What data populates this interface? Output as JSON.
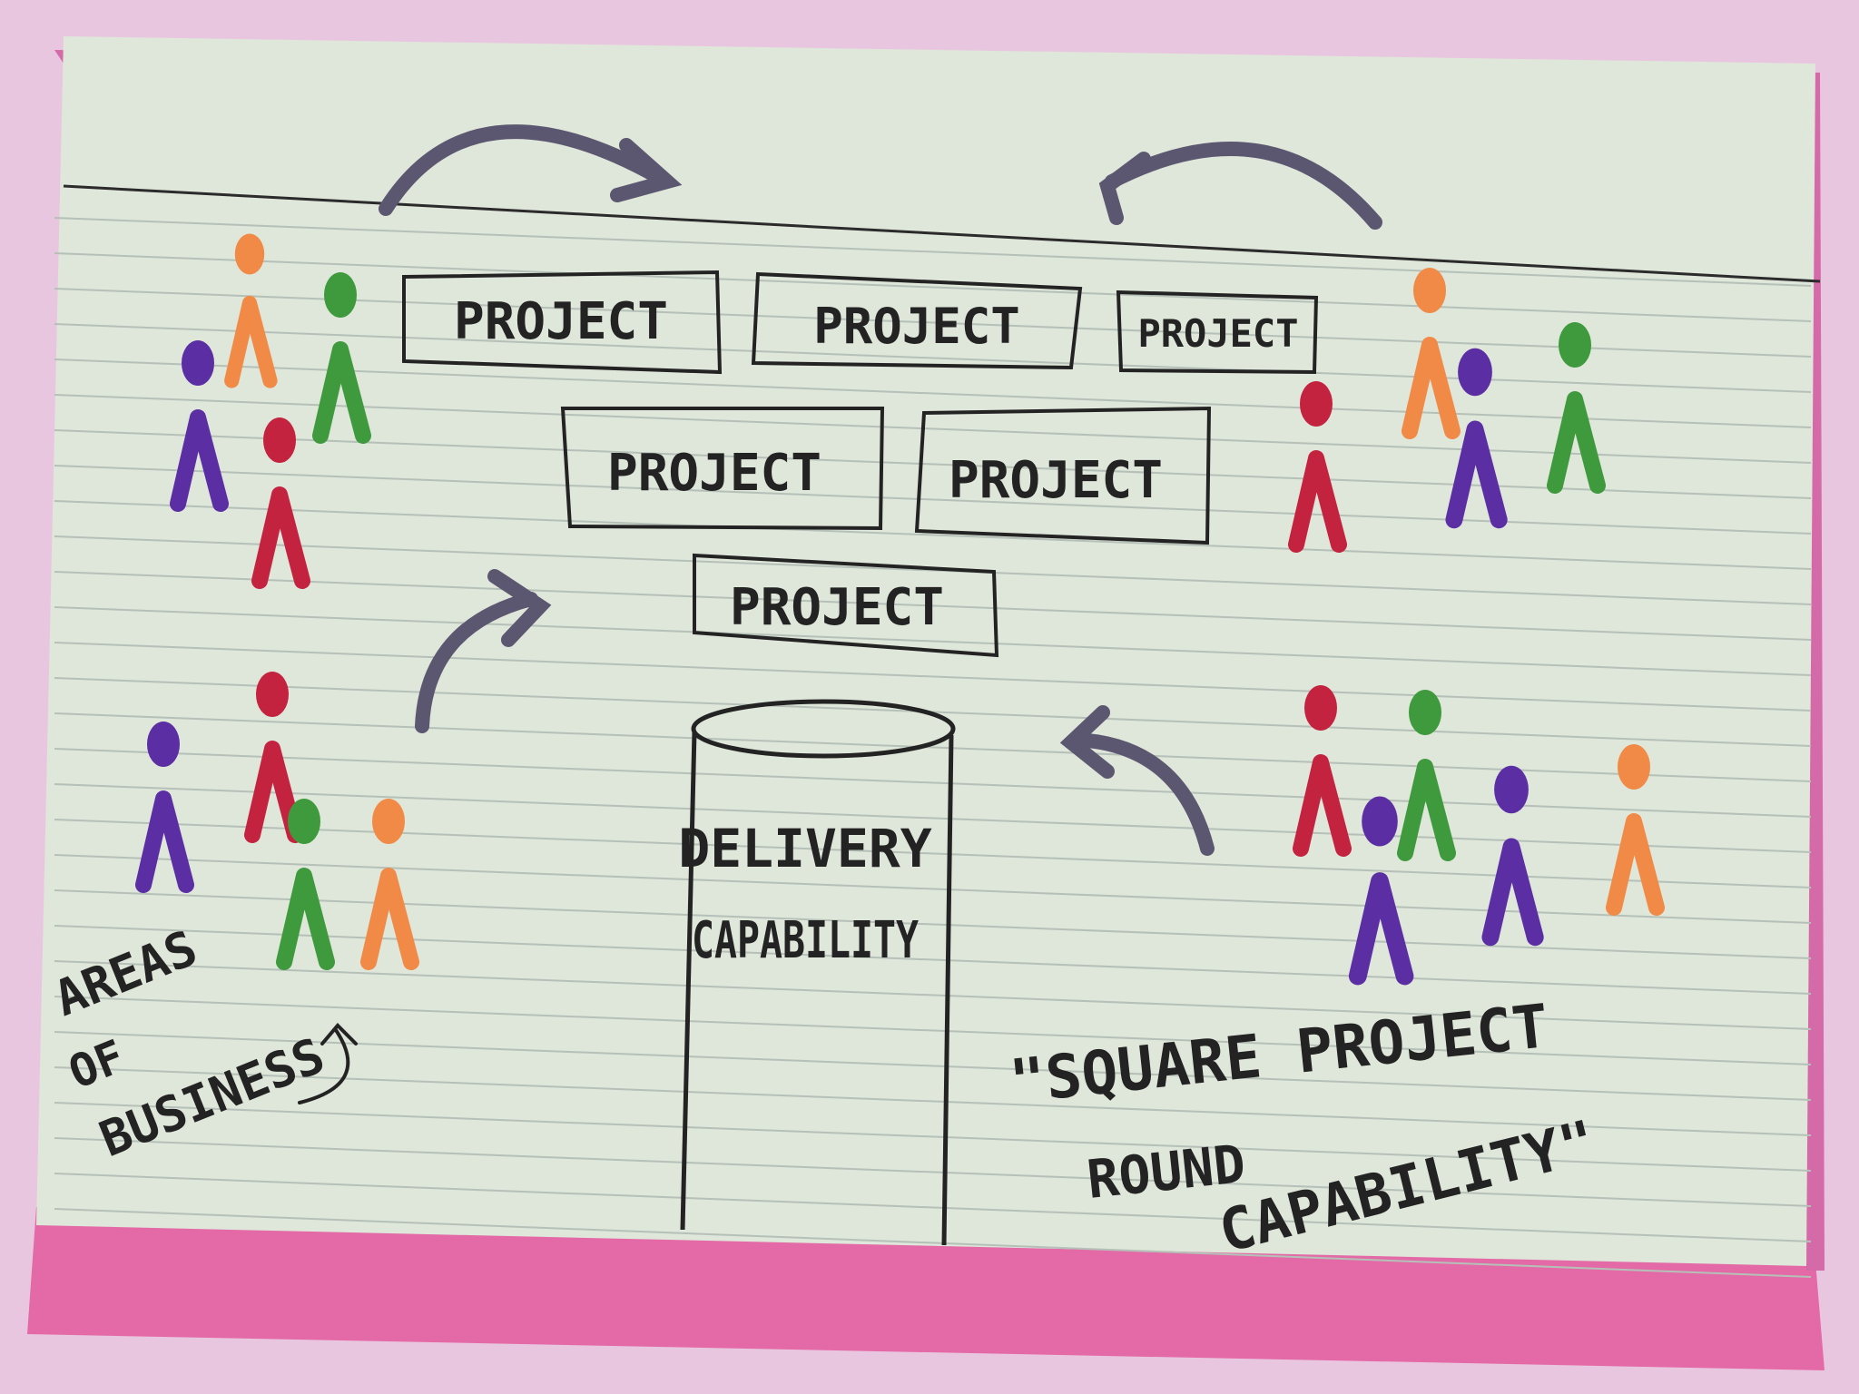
{
  "projects": [
    {
      "label": "PROJECT"
    },
    {
      "label": "PROJECT"
    },
    {
      "label": "PROJECT"
    },
    {
      "label": "PROJECT"
    },
    {
      "label": "PROJECT"
    },
    {
      "label": "PROJECT"
    }
  ],
  "pipeline": {
    "line1": "DELIVERY",
    "line2": "CAPABILITY"
  },
  "areas_note": {
    "line1": "AREAS",
    "line2": "OF",
    "line3": "BUSINESS"
  },
  "quote": {
    "line1": "\"SQUARE PROJECT",
    "line2": "ROUND",
    "line3": "CAPABILITY\""
  },
  "colors": {
    "card": "#dfe6da",
    "rule_line": "#b9c4bc",
    "pink_card": "#e36aa6",
    "ink": "#232323",
    "arrow": "#5c5770",
    "purple": "#5b2fa3",
    "orange": "#f08a46",
    "green": "#3f9a3d",
    "red": "#c4233f"
  }
}
